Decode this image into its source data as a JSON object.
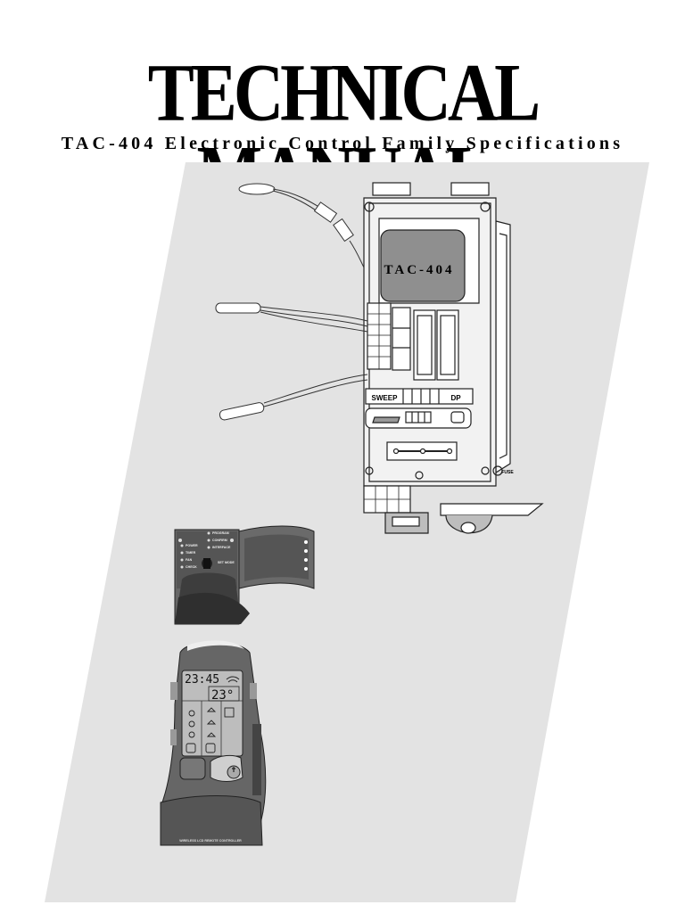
{
  "header": {
    "title": "TECHNICAL MANUAL",
    "subtitle": "TAC-404 Electronic Control Family Specifications"
  },
  "control_board": {
    "model_label": "TAC-404",
    "sweep_label": "SWEEP",
    "dp_label": "DP",
    "fuse_label": "FUSE"
  },
  "display_panel": {
    "indicators_left": [
      "POWER",
      "TIMER",
      "FAN",
      "CHECK"
    ],
    "indicators_right": [
      "PROGRAM",
      "CONFIRM",
      "INTERFACE"
    ],
    "switch_label": "SET MODE"
  },
  "remote": {
    "time": "23:45",
    "temperature": "23°",
    "bottom_label": "WIRELESS LCD REMOTE CONTROLLER"
  }
}
